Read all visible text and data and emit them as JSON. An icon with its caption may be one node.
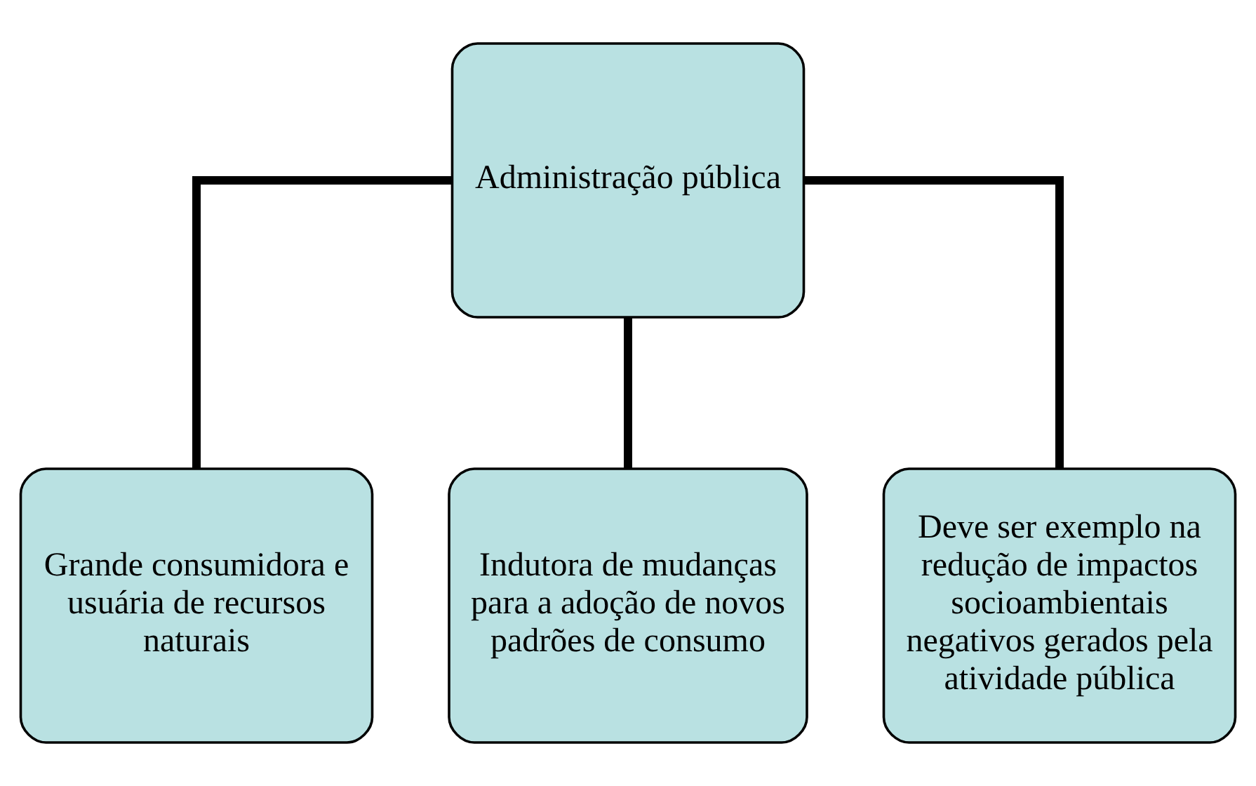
{
  "diagram": {
    "nodes": [
      {
        "text": [
          "Administração pública"
        ]
      },
      {
        "text": [
          "Grande consumidora e usuária de recursos naturais"
        ]
      },
      {
        "text": [
          "Indutora de mudanças para a adoção de novos padrões de consumo"
        ]
      },
      {
        "text": [
          "Deve ser exemplo na redução de impactos socioambientais negativos gerados pela atividade pública"
        ]
      }
    ],
    "edges": [
      {
        "from": 0,
        "to": 1,
        "arrow": "none"
      },
      {
        "from": 0,
        "to": 2,
        "arrow": "none"
      },
      {
        "from": 0,
        "to": 3,
        "arrow": "none"
      }
    ]
  }
}
